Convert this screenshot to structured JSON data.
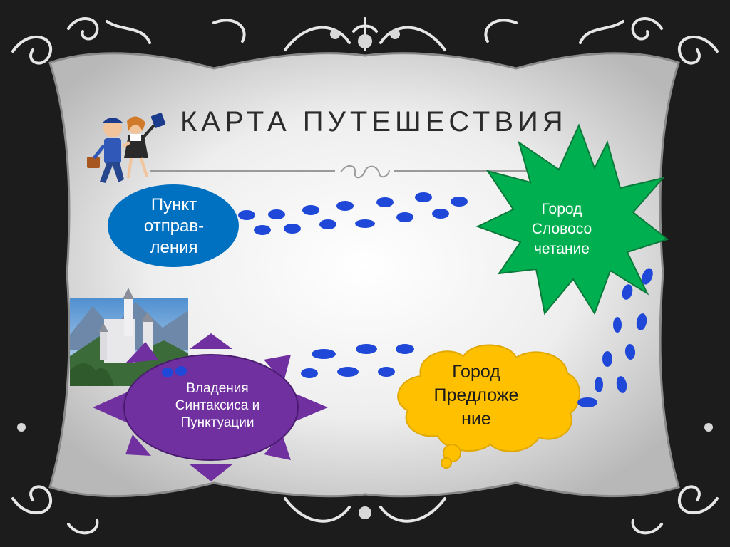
{
  "slide": {
    "title": "Карта путешествия",
    "nodes": {
      "start": {
        "label": "Пункт\nотправ-\nления",
        "color": "#0070c0"
      },
      "slovosochetanie": {
        "label": "Город\nСловосо\nчетание",
        "color": "#00b050"
      },
      "predlozhenie": {
        "label": "Город\nПредложе\nние",
        "color": "#ffc000"
      },
      "syntax": {
        "label": "Владения\nСинтаксиса и\nПунктуации",
        "color": "#7030a0"
      }
    },
    "footprint_color": "#1f48d8"
  }
}
